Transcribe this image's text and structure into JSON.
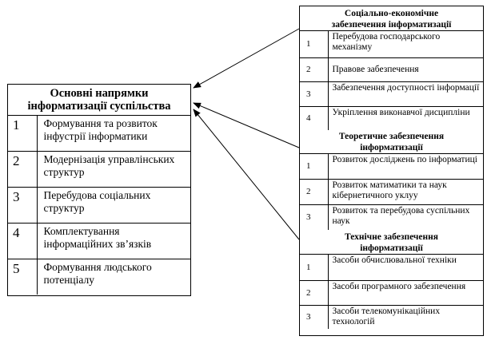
{
  "main": {
    "title_line1": "Основні напрямки",
    "title_line2": "інформатизації суспільства",
    "items": [
      {
        "num": "1",
        "text": "Формування та розвиток інфустрії інформатики"
      },
      {
        "num": "2",
        "text": "Модернізація управлінських структур"
      },
      {
        "num": "3",
        "text": "Перебудова соціальних структур"
      },
      {
        "num": "4",
        "text": "Комплектування інформаційних зв’язків"
      },
      {
        "num": "5",
        "text": "Формування людського потенціалу"
      }
    ]
  },
  "sections": [
    {
      "title_line1": "Соціально-економічне",
      "title_line2": "забезпечення інформатизації",
      "items": [
        {
          "num": "1",
          "text": "Перебудова господарського механізму"
        },
        {
          "num": "2",
          "text": "Правове забезпечення"
        },
        {
          "num": "3",
          "text": "Забезпечення доступності інформації"
        },
        {
          "num": "4",
          "text": "Укріплення виконавчої дисципліни"
        }
      ]
    },
    {
      "title_line1": "Теоретичне забезпечення",
      "title_line2": "інформатизації",
      "items": [
        {
          "num": "1",
          "text": "Розвиток досліджень по інформатиці"
        },
        {
          "num": "2",
          "text": "Розвиток матиматики та наук кібернетичного уклуу"
        },
        {
          "num": "3",
          "text": "Розвиток та перебудова суспільних наук"
        }
      ]
    },
    {
      "title_line1": "Технічне забезпечення",
      "title_line2": "інформатизації",
      "items": [
        {
          "num": "1",
          "text": "Засоби обчислювальної техніки"
        },
        {
          "num": "2",
          "text": "Засоби програмного забезпечення"
        },
        {
          "num": "3",
          "text": "Засоби телекомунікаційних технологій"
        }
      ]
    }
  ]
}
